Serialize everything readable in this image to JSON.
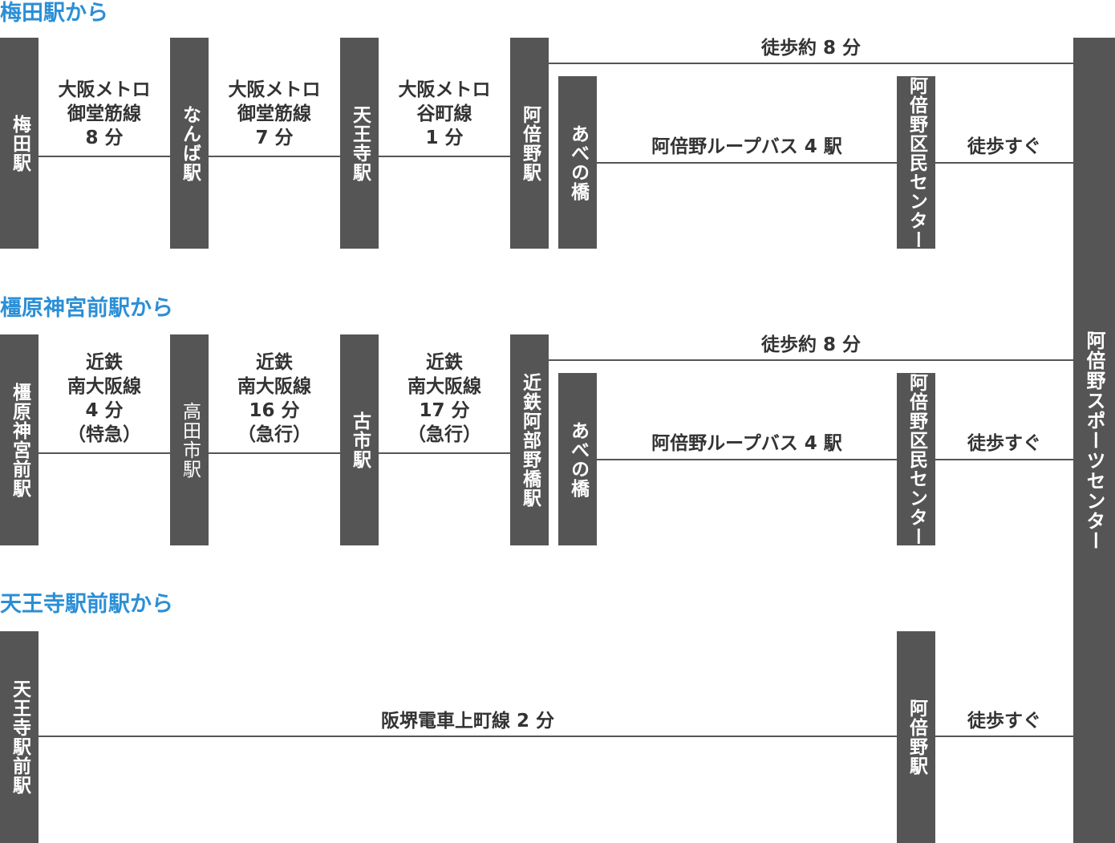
{
  "colors": {
    "accent": "#2b8fd6",
    "box": "#555555",
    "line": "#555555",
    "text": "#333333"
  },
  "destination": "阿倍野スポーツセンター",
  "routes": [
    {
      "heading": "梅田駅から",
      "stations": [
        "梅田駅",
        "なんば駅",
        "天王寺駅",
        "阿倍野駅"
      ],
      "segments": [
        "大阪メトロ\n御堂筋線\n8 分",
        "大阪メトロ\n御堂筋線\n7 分",
        "大阪メトロ\n谷町線\n1 分"
      ],
      "walk_direct": "徒歩約 8 分",
      "bus_stop": "あべの橋",
      "bus": "阿倍野ループバス 4 駅",
      "center_stop": "阿倍野区民センター",
      "walk_last": "徒歩すぐ"
    },
    {
      "heading": "橿原神宮前駅から",
      "stations": [
        "橿原神宮前駅",
        "高田市駅",
        "古市駅",
        "近鉄阿部野橋駅"
      ],
      "segments": [
        "近鉄\n南大阪線\n4 分\n（特急）",
        "近鉄\n南大阪線\n16 分\n（急行）",
        "近鉄\n南大阪線\n17 分\n（急行）"
      ],
      "walk_direct": "徒歩約 8 分",
      "bus_stop": "あべの橋",
      "bus": "阿倍野ループバス 4 駅",
      "center_stop": "阿倍野区民センター",
      "walk_last": "徒歩すぐ"
    },
    {
      "heading": "天王寺駅前駅から",
      "start": "天王寺駅前駅",
      "tram": "阪堺電車上町線 2 分",
      "end": "阿倍野駅",
      "walk_last": "徒歩すぐ"
    }
  ]
}
